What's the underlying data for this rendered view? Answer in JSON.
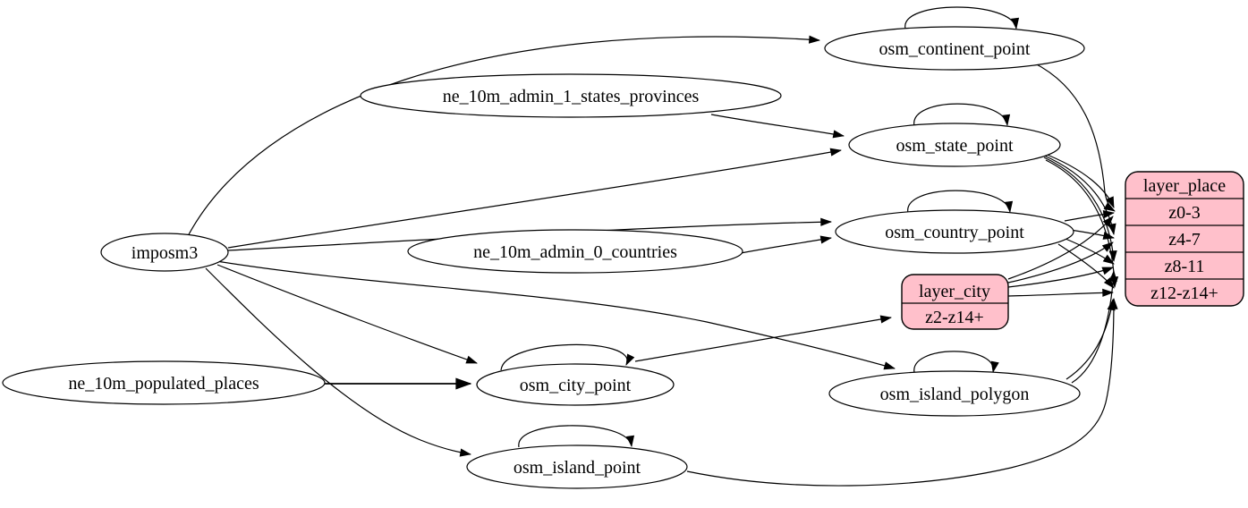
{
  "diagram": {
    "title": "place layer ETL graph",
    "background_color": "#ffffff",
    "node_fill_color": "#ffffff",
    "record_fill_color": "#ffc0cb",
    "edge_color": "#000000",
    "nodes": {
      "imposm3": {
        "label": "imposm3"
      },
      "ne_10m_admin_1_states_provinces": {
        "label": "ne_10m_admin_1_states_provinces"
      },
      "ne_10m_admin_0_countries": {
        "label": "ne_10m_admin_0_countries"
      },
      "ne_10m_populated_places": {
        "label": "ne_10m_populated_places"
      },
      "osm_continent_point": {
        "label": "osm_continent_point"
      },
      "osm_state_point": {
        "label": "osm_state_point"
      },
      "osm_country_point": {
        "label": "osm_country_point"
      },
      "osm_city_point": {
        "label": "osm_city_point"
      },
      "osm_island_polygon": {
        "label": "osm_island_polygon"
      },
      "osm_island_point": {
        "label": "osm_island_point"
      },
      "layer_city": {
        "title": "layer_city",
        "rows": [
          "z2-z14+"
        ]
      },
      "layer_place": {
        "title": "layer_place",
        "rows": [
          "z0-3",
          "z4-7",
          "z8-11",
          "z12-z14+"
        ]
      }
    },
    "edges": [
      {
        "from": "imposm3",
        "to": "osm_continent_point"
      },
      {
        "from": "imposm3",
        "to": "osm_state_point"
      },
      {
        "from": "imposm3",
        "to": "osm_country_point"
      },
      {
        "from": "imposm3",
        "to": "osm_city_point"
      },
      {
        "from": "imposm3",
        "to": "osm_island_polygon"
      },
      {
        "from": "imposm3",
        "to": "osm_island_point"
      },
      {
        "from": "ne_10m_admin_1_states_provinces",
        "to": "osm_state_point"
      },
      {
        "from": "ne_10m_admin_0_countries",
        "to": "osm_country_point"
      },
      {
        "from": "ne_10m_populated_places",
        "to": "osm_city_point"
      },
      {
        "from": "osm_continent_point",
        "to": "osm_continent_point"
      },
      {
        "from": "osm_state_point",
        "to": "osm_state_point"
      },
      {
        "from": "osm_country_point",
        "to": "osm_country_point"
      },
      {
        "from": "osm_city_point",
        "to": "osm_city_point"
      },
      {
        "from": "osm_island_polygon",
        "to": "osm_island_polygon"
      },
      {
        "from": "osm_island_point",
        "to": "osm_island_point"
      },
      {
        "from": "osm_city_point",
        "to": "layer_city:z2-z14+"
      },
      {
        "from": "osm_continent_point",
        "to": "layer_place:z0-3"
      },
      {
        "from": "osm_state_point",
        "to": "layer_place:z0-3"
      },
      {
        "from": "osm_state_point",
        "to": "layer_place:z4-7"
      },
      {
        "from": "osm_state_point",
        "to": "layer_place:z8-11"
      },
      {
        "from": "osm_state_point",
        "to": "layer_place:z12-z14+"
      },
      {
        "from": "osm_country_point",
        "to": "layer_place:z0-3"
      },
      {
        "from": "osm_country_point",
        "to": "layer_place:z4-7"
      },
      {
        "from": "osm_country_point",
        "to": "layer_place:z8-11"
      },
      {
        "from": "osm_country_point",
        "to": "layer_place:z12-z14+"
      },
      {
        "from": "layer_city",
        "to": "layer_place:z0-3"
      },
      {
        "from": "layer_city",
        "to": "layer_place:z4-7"
      },
      {
        "from": "layer_city",
        "to": "layer_place:z8-11"
      },
      {
        "from": "layer_city",
        "to": "layer_place:z12-z14+"
      },
      {
        "from": "osm_island_polygon",
        "to": "layer_place:z8-11"
      },
      {
        "from": "osm_island_polygon",
        "to": "layer_place:z12-z14+"
      },
      {
        "from": "osm_island_point",
        "to": "layer_place:z12-z14+"
      }
    ]
  }
}
